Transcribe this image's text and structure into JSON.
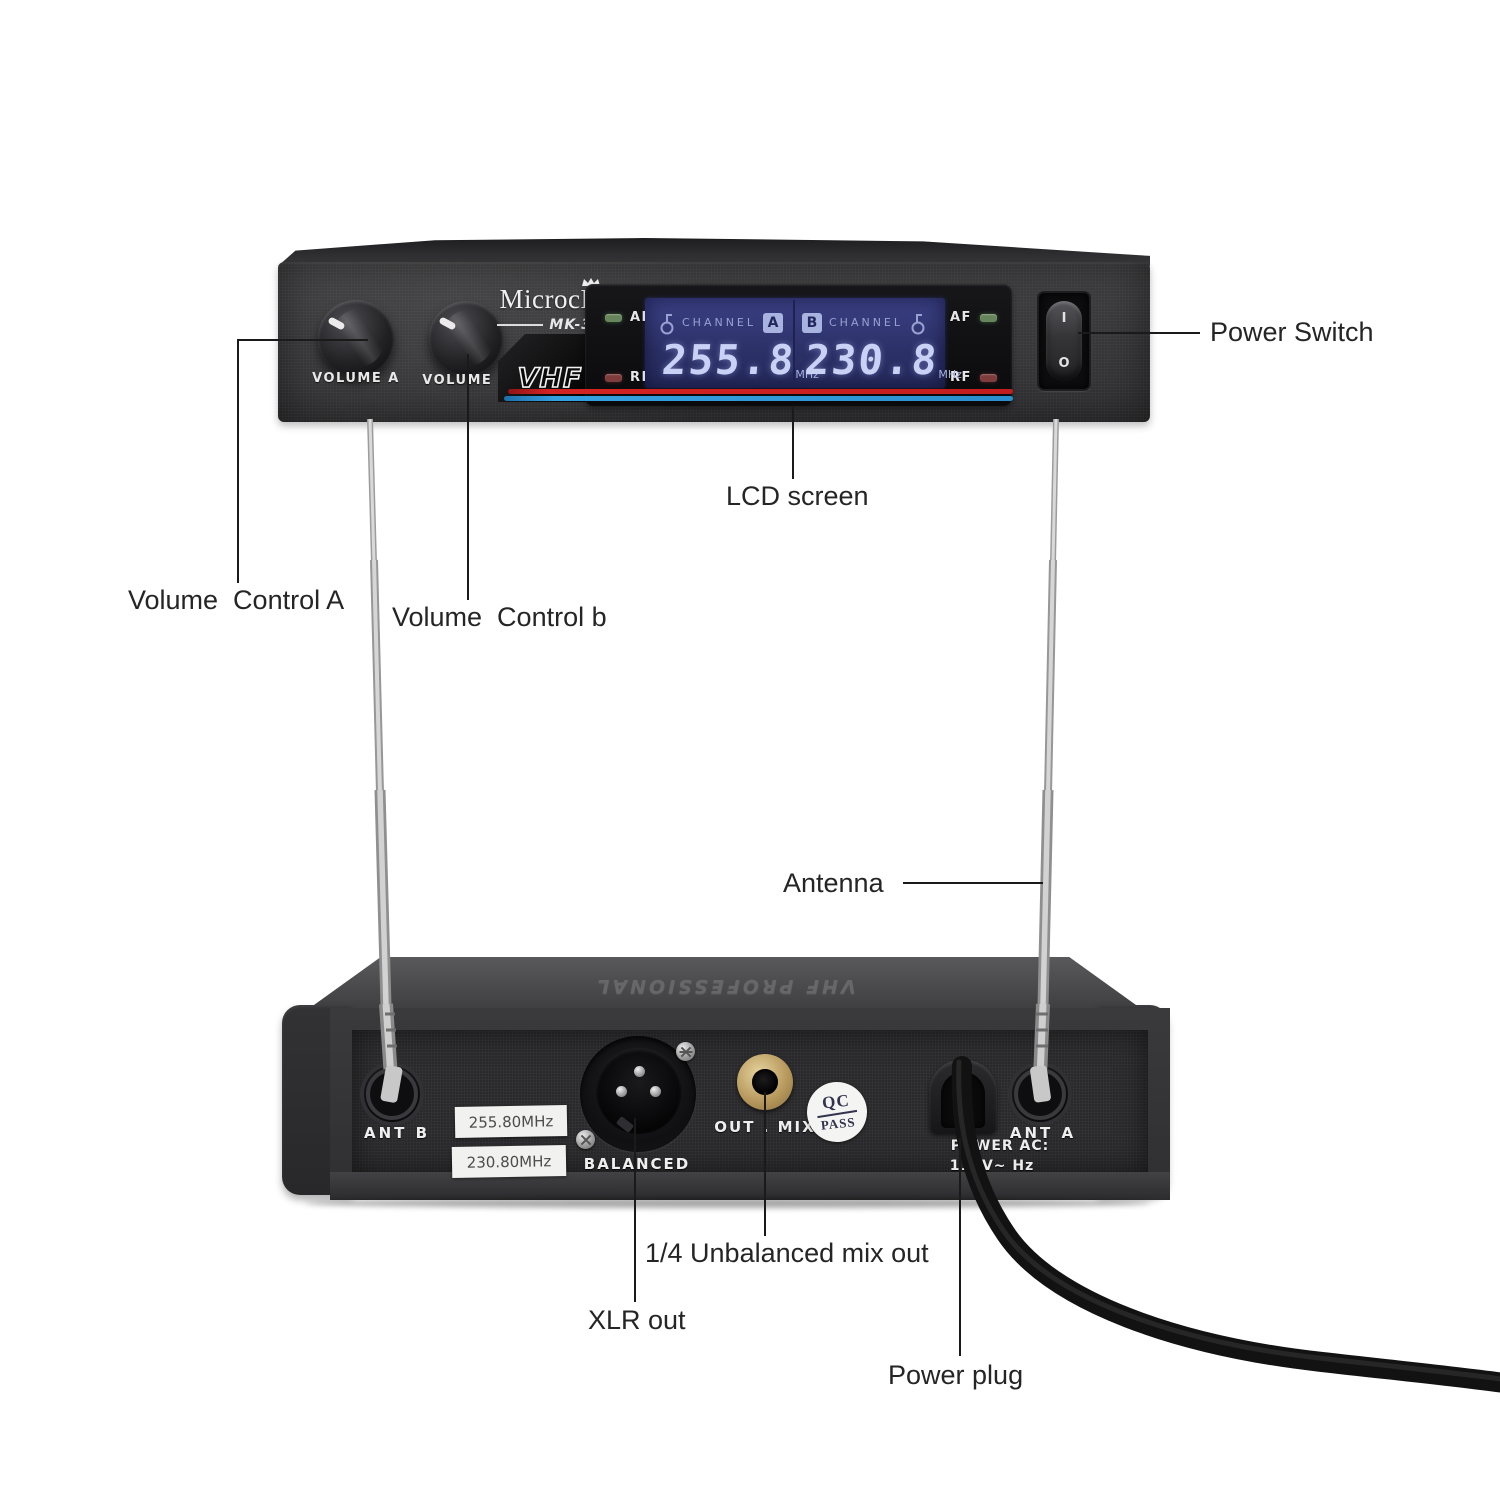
{
  "front": {
    "brand": "MicrocKing",
    "model": "MK-3002",
    "model_decoration": "//",
    "badge": "VHF",
    "volume_a": "VOLUME A",
    "volume_b": "VOLUME B",
    "af": "AF",
    "rf": "RF",
    "lcd": {
      "channel": "CHANNEL",
      "ch_a": "A",
      "ch_b": "B",
      "freq_a": "255.8",
      "freq_b": "230.8",
      "unit": "MHz"
    },
    "switch": {
      "on": "I",
      "off": "O"
    }
  },
  "back": {
    "emboss": "VHF PROFESSIONAL",
    "ant_b": "ANT  B",
    "ant_a": "ANT  A",
    "sticker_line1": "255.80MHz",
    "sticker_line2": "230.80MHz",
    "balanced": "BALANCED",
    "out_mix": "OUT . MIX",
    "qc": "QC",
    "qc_pass": "PASS",
    "power_line1": "POWER AC:",
    "power_line2": "110V~  Hz"
  },
  "callouts": {
    "power_switch": "Power Switch",
    "lcd_screen": "LCD screen",
    "volume_a": "Volume  Control A",
    "volume_b": "Volume  Control b",
    "antenna": "Antenna",
    "mix_out": "1/4 Unbalanced mix out",
    "xlr_out": "XLR out",
    "power_plug": "Power plug"
  },
  "colors": {
    "lcd_bg": "#2e3468",
    "lcd_text": "#c9d2f4",
    "stripe_red": "#c41d1d",
    "stripe_blue": "#2b8fcd",
    "jack_gold": "#b89a5e",
    "led_green": "#66855c",
    "led_red": "#7e3c3c"
  }
}
